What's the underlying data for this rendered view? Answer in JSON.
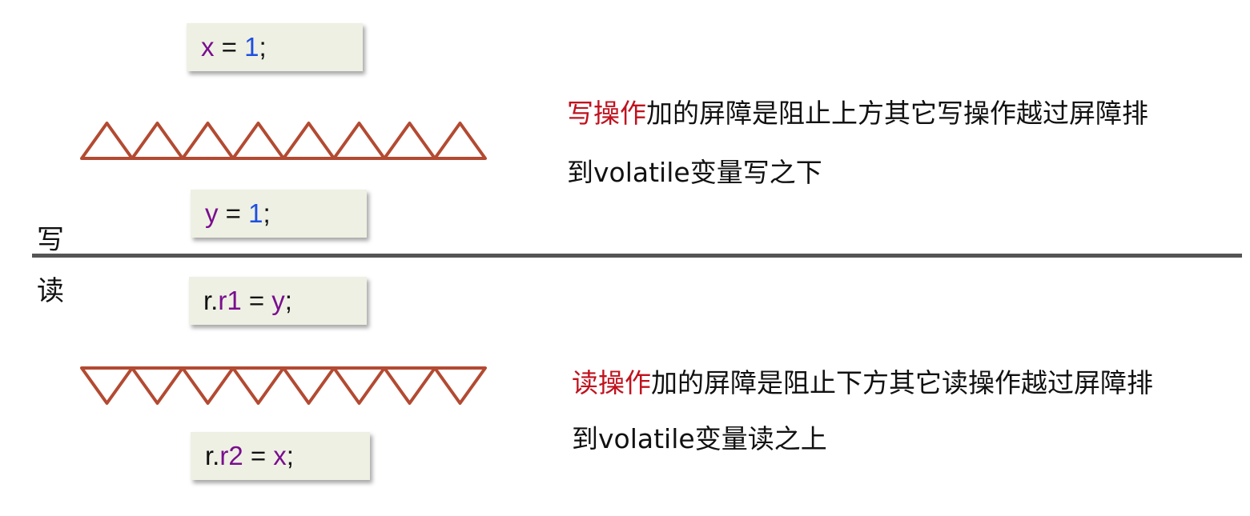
{
  "colors": {
    "barrier": "#b34a32",
    "variable": "#7a0d8f",
    "number": "#1f4fe0",
    "highlight": "#c0121e",
    "code_bg": "#eef0e3",
    "divider": "#555555"
  },
  "write_section": {
    "label": "写",
    "code1": {
      "var": "x",
      "op": " = ",
      "num": "1",
      "end": ";"
    },
    "code2": {
      "var": "y",
      "op": " = ",
      "num": "1",
      "end": ";"
    },
    "barrier_direction": "up",
    "barrier_count": 8,
    "description": {
      "highlight": "写操作",
      "line1_rest": "加的屏障是阻止上方其它写操作越过屏障排",
      "line2": "到volatile变量写之下"
    }
  },
  "read_section": {
    "label": "读",
    "code1": {
      "prefix": "r.",
      "field": "r1",
      "op": " = ",
      "var": "y",
      "end": ";"
    },
    "code2": {
      "prefix": "r.",
      "field": "r2",
      "op": " = ",
      "var": "x",
      "end": ";"
    },
    "barrier_direction": "down",
    "barrier_count": 8,
    "description": {
      "highlight": "读操作",
      "line1_rest": "加的屏障是阻止下方其它读操作越过屏障排",
      "line2": "到volatile变量读之上"
    }
  }
}
